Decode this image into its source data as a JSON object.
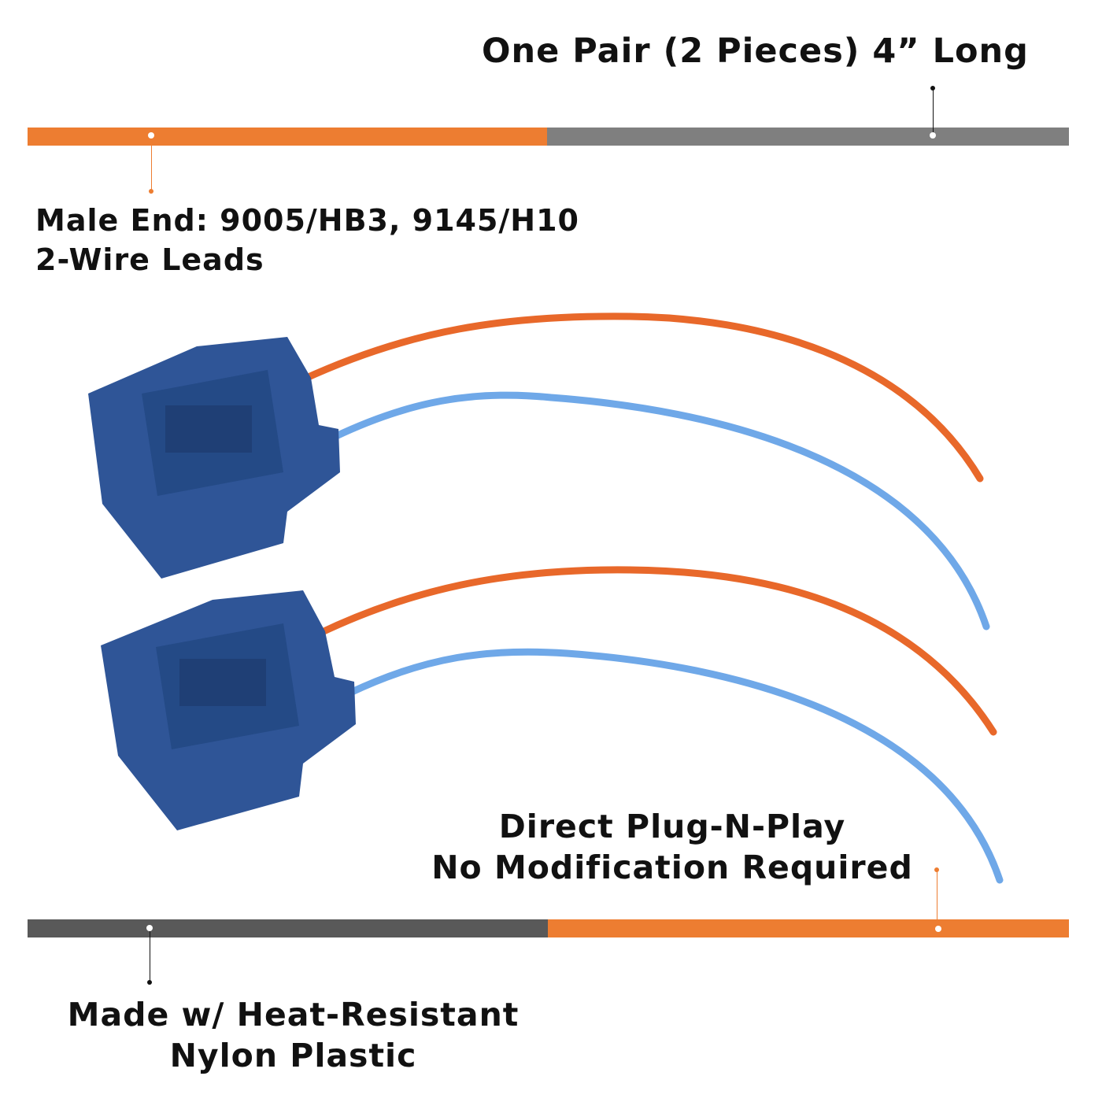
{
  "headline": "One Pair (2 Pieces) 4” Long",
  "male_end": {
    "line1": "Male End: 9005/HB3, 9145/H10",
    "line2": "2-Wire Leads"
  },
  "plug": {
    "line1": "Direct Plug-N-Play",
    "line2": "No Modification Required"
  },
  "material": {
    "line1": "Made w/ Heat-Resistant",
    "line2": "Nylon Plastic"
  },
  "colors": {
    "orange": "#ed7d31",
    "gray": "#7f7f7f",
    "dark_gray": "#595959",
    "connector": "#2f5597",
    "wire_orange": "#e8682a",
    "wire_blue": "#6fa8e8"
  }
}
